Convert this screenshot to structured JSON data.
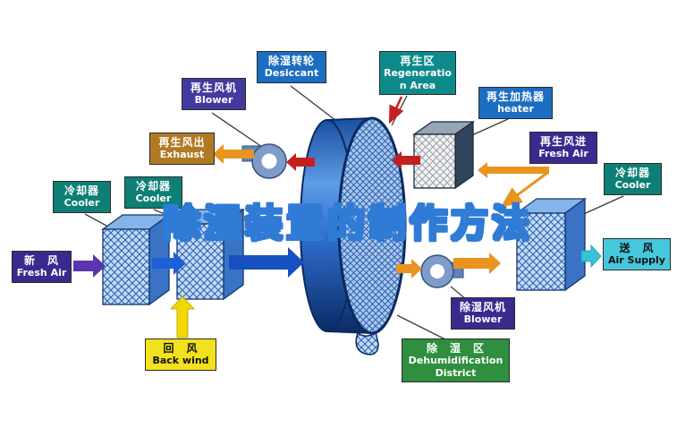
{
  "title": "除湿装置的制作方法",
  "palette": {
    "label_blue": "#1b6ec2",
    "label_teal": "#0e8a8a",
    "label_purple": "#3a2a8e",
    "label_indigo": "#433a9e",
    "label_tan": "#b07a24",
    "label_green_teal": "#0e7f74",
    "label_yellow": "#f2e11f",
    "label_cyan": "#45c8dc",
    "label_green": "#2f8f3f",
    "arrow_blue": "#1d5fd6",
    "arrow_red": "#c42020",
    "arrow_orange": "#e8941e",
    "arrow_yellow": "#f0d800",
    "arrow_purple": "#5a35b0",
    "arrow_cyan": "#35c4dc",
    "title_fill": "#ffd71f",
    "title_outline": "#2f7bd6"
  },
  "labels": {
    "desiccant": {
      "zh": "除湿转轮",
      "en": "Desiccant"
    },
    "regeneration_area": {
      "zh": "再生区",
      "en": "Regeneration Area"
    },
    "regen_blower": {
      "zh": "再生风机",
      "en": "Blower"
    },
    "regen_heater": {
      "zh": "再生加热器",
      "en": "heater"
    },
    "exhaust": {
      "zh": "再生风出",
      "en": "Exhaust"
    },
    "regen_fresh_air": {
      "zh": "再生风进",
      "en": "Fresh Air"
    },
    "cooler_left_1": {
      "zh": "冷却器",
      "en": "Cooler"
    },
    "cooler_left_2": {
      "zh": "冷却器",
      "en": "Cooler"
    },
    "cooler_right": {
      "zh": "冷却器",
      "en": "Cooler"
    },
    "fresh_air": {
      "zh": "新　风",
      "en": "Fresh Air"
    },
    "back_wind": {
      "zh": "回　风",
      "en": "Back wind"
    },
    "air_supply": {
      "zh": "送　风",
      "en": "Air Supply"
    },
    "dehumid_blower": {
      "zh": "除湿风机",
      "en": "Blower"
    },
    "dehumid_district": {
      "zh": "除　湿　区",
      "en": "Dehumidification District"
    }
  }
}
